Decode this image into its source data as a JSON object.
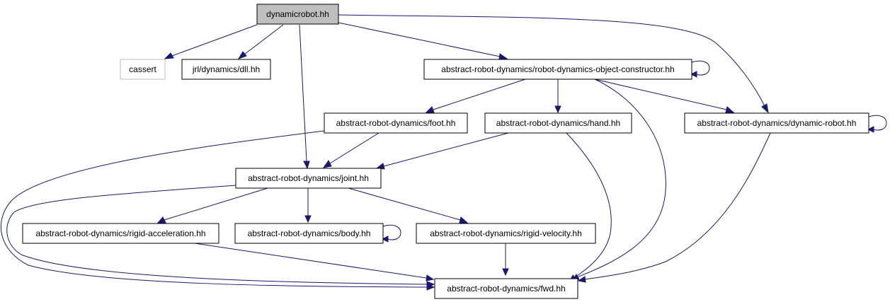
{
  "diagram": {
    "edge_color": "#191970",
    "root_fill": "#bfbfbf",
    "external_stroke": "#bfbfbf",
    "nodes": [
      {
        "id": "n0",
        "label": "dynamicrobot.hh",
        "kind": "root"
      },
      {
        "id": "n1",
        "label": "cassert",
        "kind": "external"
      },
      {
        "id": "n2",
        "label": "jrl/dynamics/dll.hh",
        "kind": "normal"
      },
      {
        "id": "n3",
        "label": "abstract-robot-dynamics/robot-dynamics-object-constructor.hh",
        "kind": "normal"
      },
      {
        "id": "n4",
        "label": "abstract-robot-dynamics/foot.hh",
        "kind": "normal"
      },
      {
        "id": "n5",
        "label": "abstract-robot-dynamics/hand.hh",
        "kind": "normal"
      },
      {
        "id": "n6",
        "label": "abstract-robot-dynamics/dynamic-robot.hh",
        "kind": "normal"
      },
      {
        "id": "n7",
        "label": "abstract-robot-dynamics/joint.hh",
        "kind": "normal"
      },
      {
        "id": "n8",
        "label": "abstract-robot-dynamics/rigid-acceleration.hh",
        "kind": "normal"
      },
      {
        "id": "n9",
        "label": "abstract-robot-dynamics/body.hh",
        "kind": "normal"
      },
      {
        "id": "n10",
        "label": "abstract-robot-dynamics/rigid-velocity.hh",
        "kind": "normal"
      },
      {
        "id": "n11",
        "label": "abstract-robot-dynamics/fwd.hh",
        "kind": "normal"
      }
    ],
    "edges": [
      {
        "from": "n0",
        "to": "n1"
      },
      {
        "from": "n0",
        "to": "n2"
      },
      {
        "from": "n0",
        "to": "n3"
      },
      {
        "from": "n0",
        "to": "n6"
      },
      {
        "from": "n0",
        "to": "n7"
      },
      {
        "from": "n3",
        "to": "n3"
      },
      {
        "from": "n3",
        "to": "n4"
      },
      {
        "from": "n3",
        "to": "n5"
      },
      {
        "from": "n3",
        "to": "n6"
      },
      {
        "from": "n3",
        "to": "n11"
      },
      {
        "from": "n4",
        "to": "n7"
      },
      {
        "from": "n4",
        "to": "n11"
      },
      {
        "from": "n5",
        "to": "n7"
      },
      {
        "from": "n5",
        "to": "n11"
      },
      {
        "from": "n6",
        "to": "n6"
      },
      {
        "from": "n6",
        "to": "n11"
      },
      {
        "from": "n7",
        "to": "n8"
      },
      {
        "from": "n7",
        "to": "n9"
      },
      {
        "from": "n7",
        "to": "n10"
      },
      {
        "from": "n7",
        "to": "n11"
      },
      {
        "from": "n8",
        "to": "n11"
      },
      {
        "from": "n9",
        "to": "n9"
      },
      {
        "from": "n10",
        "to": "n11"
      }
    ]
  }
}
